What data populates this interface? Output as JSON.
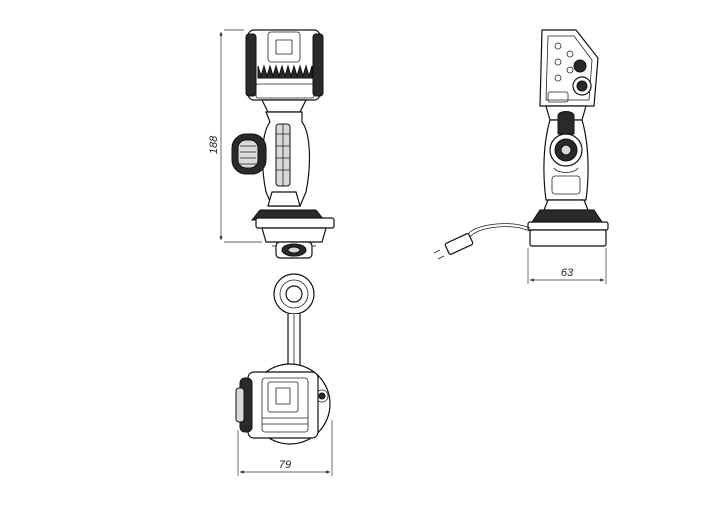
{
  "drawing": {
    "dimensions": {
      "height": "188",
      "width_side": "63",
      "width_top": "79"
    }
  }
}
